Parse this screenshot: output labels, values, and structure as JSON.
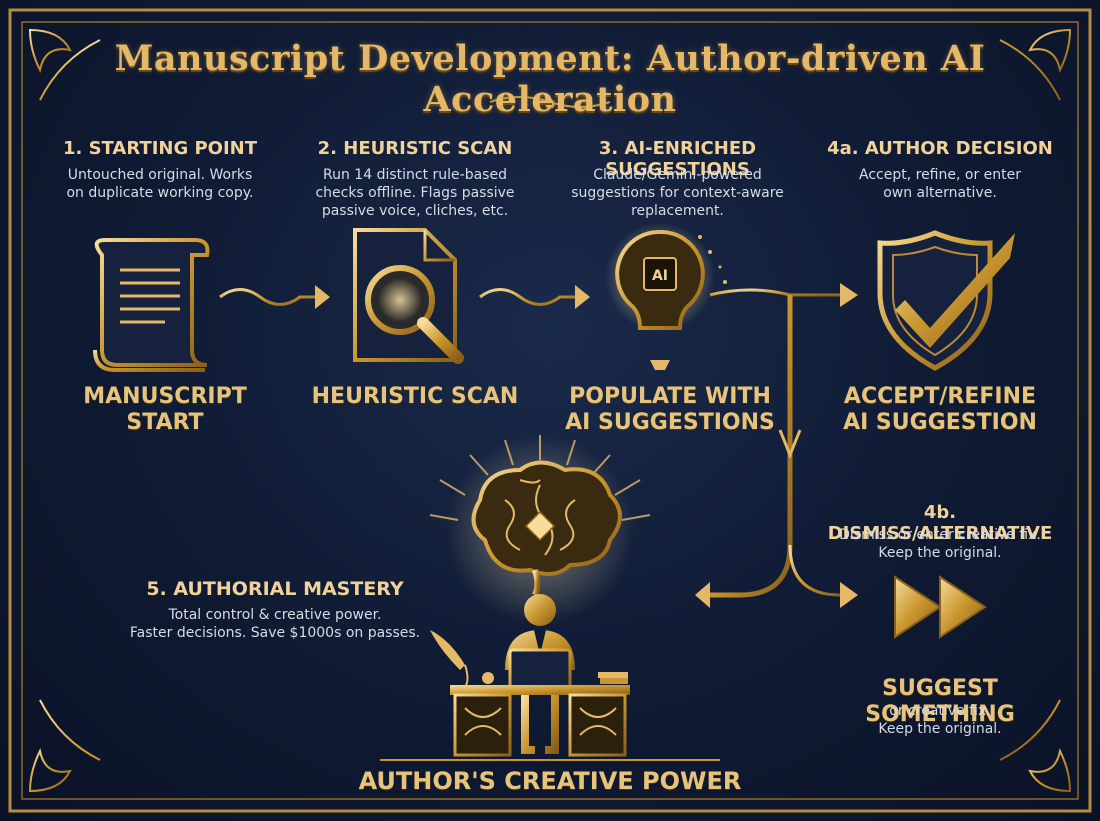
{
  "title": "Manuscript Development: Author-driven AI Acceleration",
  "steps": {
    "s1": {
      "heading": "1. STARTING POINT",
      "desc": [
        "Untouched original. Works",
        "on duplicate working copy."
      ],
      "label": [
        "MANUSCRIPT",
        "START"
      ],
      "icon": "scroll-icon"
    },
    "s2": {
      "heading": "2. HEURISTIC SCAN",
      "desc": [
        "Run 14 distinct rule-based",
        "checks offline. Flags passive",
        "passive voice, cliches, etc."
      ],
      "label": [
        "HEURISTIC SCAN"
      ],
      "icon": "magnifier-document-icon"
    },
    "s3": {
      "heading": "3. AI-ENRICHED SUGGESTIONS",
      "desc": [
        "Claude/Gemini-powered",
        "suggestions for context-aware",
        "replacement."
      ],
      "label": [
        "POPULATE WITH",
        "AI SUGGESTIONS"
      ],
      "icon": "ai-lightbulb-icon",
      "bulb_text": "AI"
    },
    "s4a": {
      "heading": "4a. AUTHOR DECISION",
      "desc": [
        "Accept, refine, or enter",
        "own alternative."
      ],
      "label": [
        "ACCEPT/REFINE",
        "AI SUGGESTION"
      ],
      "icon": "shield-check-icon"
    },
    "s4b": {
      "heading": "4b. DISMISS/ALTERNATIVE",
      "desc": [
        "Dismiss or enter creative fix.",
        "Keep the original."
      ],
      "label": [
        "SUGGEST SOMETHING"
      ],
      "sub": [
        "or creative fix.",
        "Keep the original."
      ],
      "icon": "fast-forward-icon"
    },
    "s5": {
      "heading": "5. AUTHORIAL MASTERY",
      "desc": [
        "Total control & creative power.",
        "Faster decisions. Save $1000s on passes."
      ],
      "icon": "brain-icon"
    }
  },
  "footer": "AUTHOR'S CREATIVE POWER",
  "colors": {
    "gold": "#e4b867",
    "navy": "#0f1a33",
    "text": "#d7dbe6"
  }
}
